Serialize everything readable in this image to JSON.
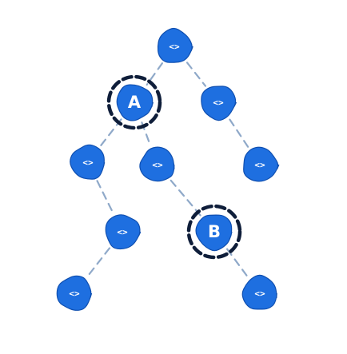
{
  "diagram": {
    "node_glyph": "<>",
    "nodes": [
      {
        "id": "root",
        "label": ""
      },
      {
        "id": "a",
        "label": "A"
      },
      {
        "id": "root-right",
        "label": ""
      },
      {
        "id": "a-left",
        "label": ""
      },
      {
        "id": "a-right",
        "label": ""
      },
      {
        "id": "root-right-child",
        "label": ""
      },
      {
        "id": "a-left-child",
        "label": ""
      },
      {
        "id": "b",
        "label": "B"
      },
      {
        "id": "a-left-grandchild",
        "label": ""
      },
      {
        "id": "b-child",
        "label": ""
      }
    ],
    "edges": [
      [
        "root",
        "a"
      ],
      [
        "root",
        "root-right"
      ],
      [
        "a",
        "a-left"
      ],
      [
        "a",
        "a-right"
      ],
      [
        "root-right",
        "root-right-child"
      ],
      [
        "a-left",
        "a-left-child"
      ],
      [
        "a-right",
        "b"
      ],
      [
        "a-left-child",
        "a-left-grandchild"
      ],
      [
        "b",
        "b-child"
      ]
    ],
    "highlighted": [
      "a",
      "b"
    ],
    "colors": {
      "node_fill": "#1e6fe0",
      "node_stroke": "#0f4fb0",
      "edge": "#8fa9c9",
      "highlight_ring": "#0f1e3a",
      "text": "#ffffff"
    }
  }
}
